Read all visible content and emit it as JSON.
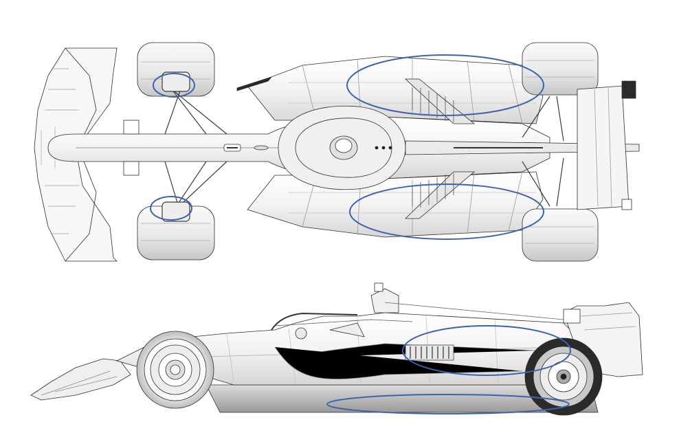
{
  "figure": {
    "views": [
      {
        "id": "top-view",
        "highlights": [
          "front-suspension-upper",
          "front-suspension-lower",
          "sidepod-upper",
          "sidepod-lower"
        ]
      },
      {
        "id": "side-view",
        "highlights": [
          "sidepod-side",
          "floor-edge"
        ]
      }
    ],
    "colors": {
      "background": "#ffffff",
      "line": "#2b2b2b",
      "body_fill": "#f2f2f2",
      "shade": "#c9c9c9",
      "tyre": "#e8e8e8",
      "wing_red": "#2a2a2a",
      "highlight": "#3a63b0"
    }
  }
}
